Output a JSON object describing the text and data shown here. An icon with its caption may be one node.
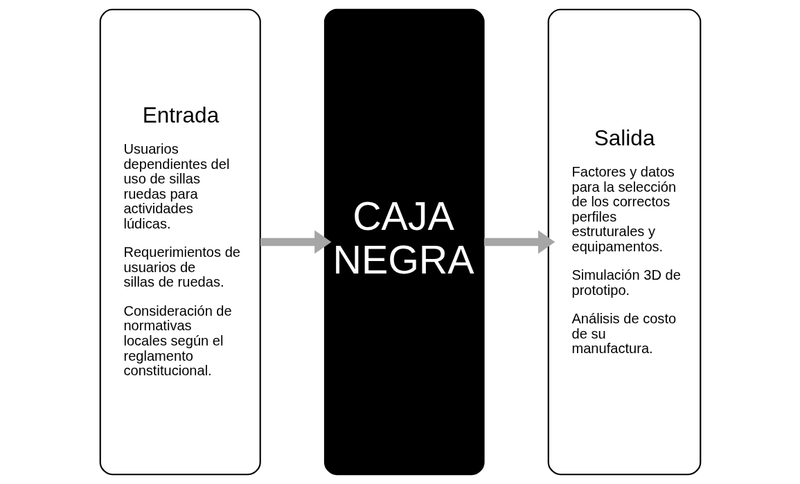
{
  "diagram": {
    "nodes": [
      {
        "text": [
          "Entrada",
          "Usuarios dependientes del uso de sillas ruedas para actividades lúdicas.",
          "Requerimientos de usuarios de sillas de ruedas.",
          "Consideración de normativas locales según el reglamento constitucional."
        ]
      },
      {
        "text": [
          "CAJA NEGRA"
        ]
      },
      {
        "text": [
          "Salida",
          "Factores y datos para la selección de los correctos perfiles estruturales y equipamentos.",
          "Simulación 3D de prototipo.",
          "Análisis de costo de su manufactura."
        ]
      }
    ],
    "edges": [
      {
        "from": 0,
        "to": 1,
        "arrow": "to"
      },
      {
        "from": 1,
        "to": 2,
        "arrow": "to"
      }
    ]
  }
}
